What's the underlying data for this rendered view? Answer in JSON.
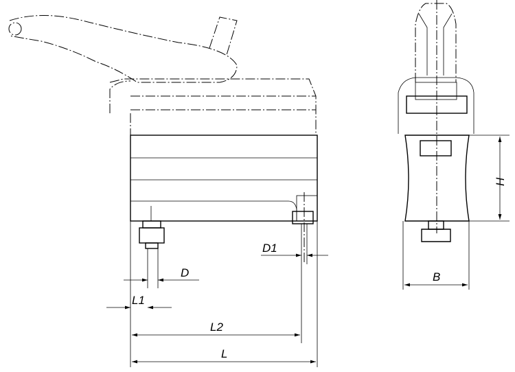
{
  "labels": {
    "D": "D",
    "D1": "D1",
    "L1": "L1",
    "L2": "L2",
    "L": "L",
    "H": "H",
    "B": "B"
  },
  "colors": {
    "body_fill": "#e4e4e4",
    "line": "#000000"
  }
}
